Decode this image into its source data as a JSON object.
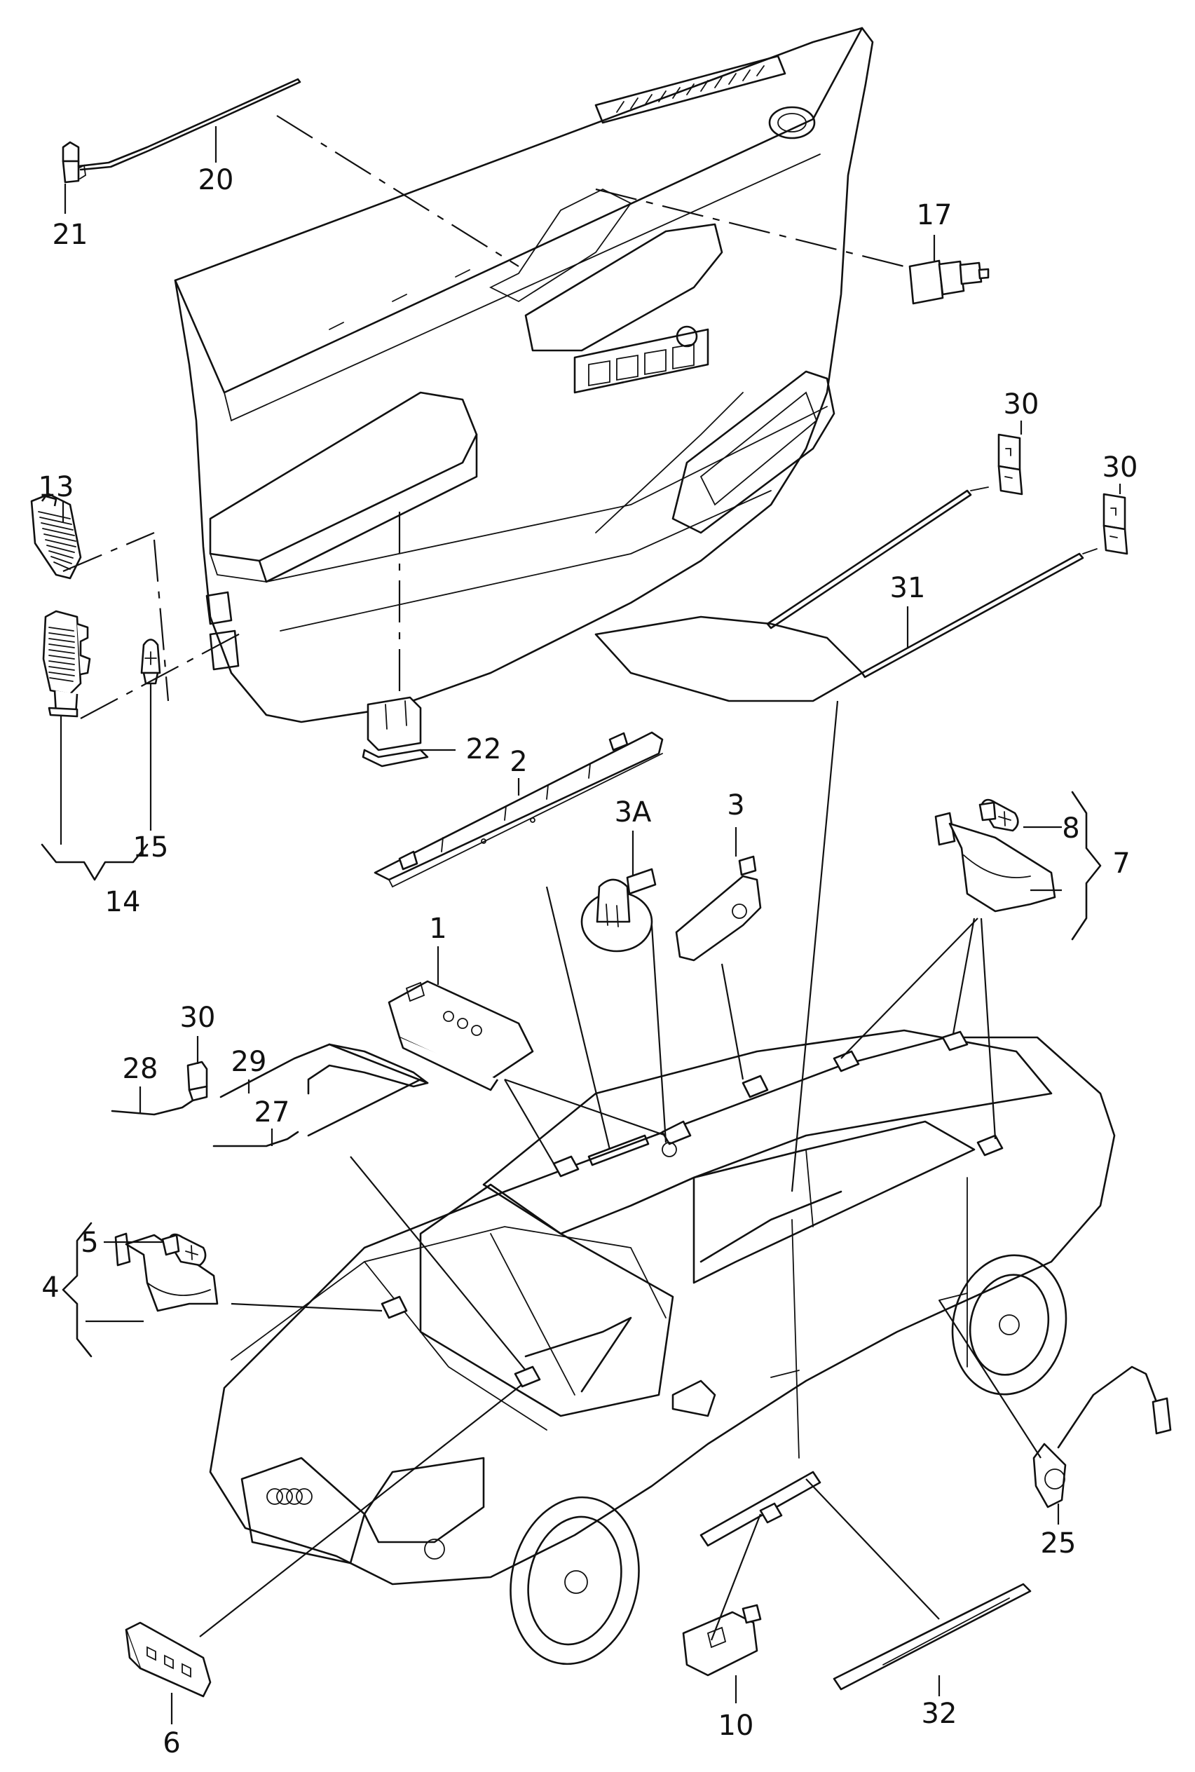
{
  "diagram": {
    "type": "exploded-parts-diagram",
    "subject": "sedan interior/exterior lighting components with door trim panel",
    "colors": {
      "line": "#111111",
      "background": "#ffffff"
    },
    "callouts": [
      {
        "id": "c1",
        "label": "1"
      },
      {
        "id": "c2",
        "label": "2"
      },
      {
        "id": "c3",
        "label": "3"
      },
      {
        "id": "c3a",
        "label": "3A"
      },
      {
        "id": "c4",
        "label": "4"
      },
      {
        "id": "c5",
        "label": "5"
      },
      {
        "id": "c6",
        "label": "6"
      },
      {
        "id": "c7",
        "label": "7"
      },
      {
        "id": "c8",
        "label": "8"
      },
      {
        "id": "c10",
        "label": "10"
      },
      {
        "id": "c13",
        "label": "13"
      },
      {
        "id": "c14",
        "label": "14"
      },
      {
        "id": "c15",
        "label": "15"
      },
      {
        "id": "c17",
        "label": "17"
      },
      {
        "id": "c20",
        "label": "20"
      },
      {
        "id": "c21",
        "label": "21"
      },
      {
        "id": "c22",
        "label": "22"
      },
      {
        "id": "c25",
        "label": "25"
      },
      {
        "id": "c27",
        "label": "27"
      },
      {
        "id": "c28",
        "label": "28"
      },
      {
        "id": "c29",
        "label": "29"
      },
      {
        "id": "c30a",
        "label": "30"
      },
      {
        "id": "c30b",
        "label": "30"
      },
      {
        "id": "c30c",
        "label": "30"
      },
      {
        "id": "c31",
        "label": "31"
      },
      {
        "id": "c32",
        "label": "32"
      }
    ]
  }
}
